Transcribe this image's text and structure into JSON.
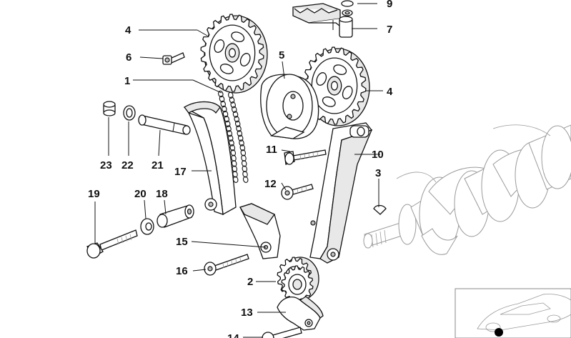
{
  "diagram": {
    "callouts": [
      {
        "id": "c9",
        "label": "9"
      },
      {
        "id": "c4a",
        "label": "4"
      },
      {
        "id": "c7",
        "label": "7"
      },
      {
        "id": "c6",
        "label": "6"
      },
      {
        "id": "c5",
        "label": "5"
      },
      {
        "id": "c1",
        "label": "1"
      },
      {
        "id": "c4b",
        "label": "4"
      },
      {
        "id": "c11",
        "label": "11"
      },
      {
        "id": "c10",
        "label": "10"
      },
      {
        "id": "c23",
        "label": "23"
      },
      {
        "id": "c22",
        "label": "22"
      },
      {
        "id": "c21",
        "label": "21"
      },
      {
        "id": "c17",
        "label": "17"
      },
      {
        "id": "c3",
        "label": "3"
      },
      {
        "id": "c12",
        "label": "12"
      },
      {
        "id": "c19",
        "label": "19"
      },
      {
        "id": "c20",
        "label": "20"
      },
      {
        "id": "c18",
        "label": "18"
      },
      {
        "id": "c15",
        "label": "15"
      },
      {
        "id": "c16",
        "label": "16"
      },
      {
        "id": "c2",
        "label": "2"
      },
      {
        "id": "c13",
        "label": "13"
      },
      {
        "id": "c14",
        "label": "14"
      }
    ],
    "thumbnail_icon": "car-silhouette-icon"
  }
}
